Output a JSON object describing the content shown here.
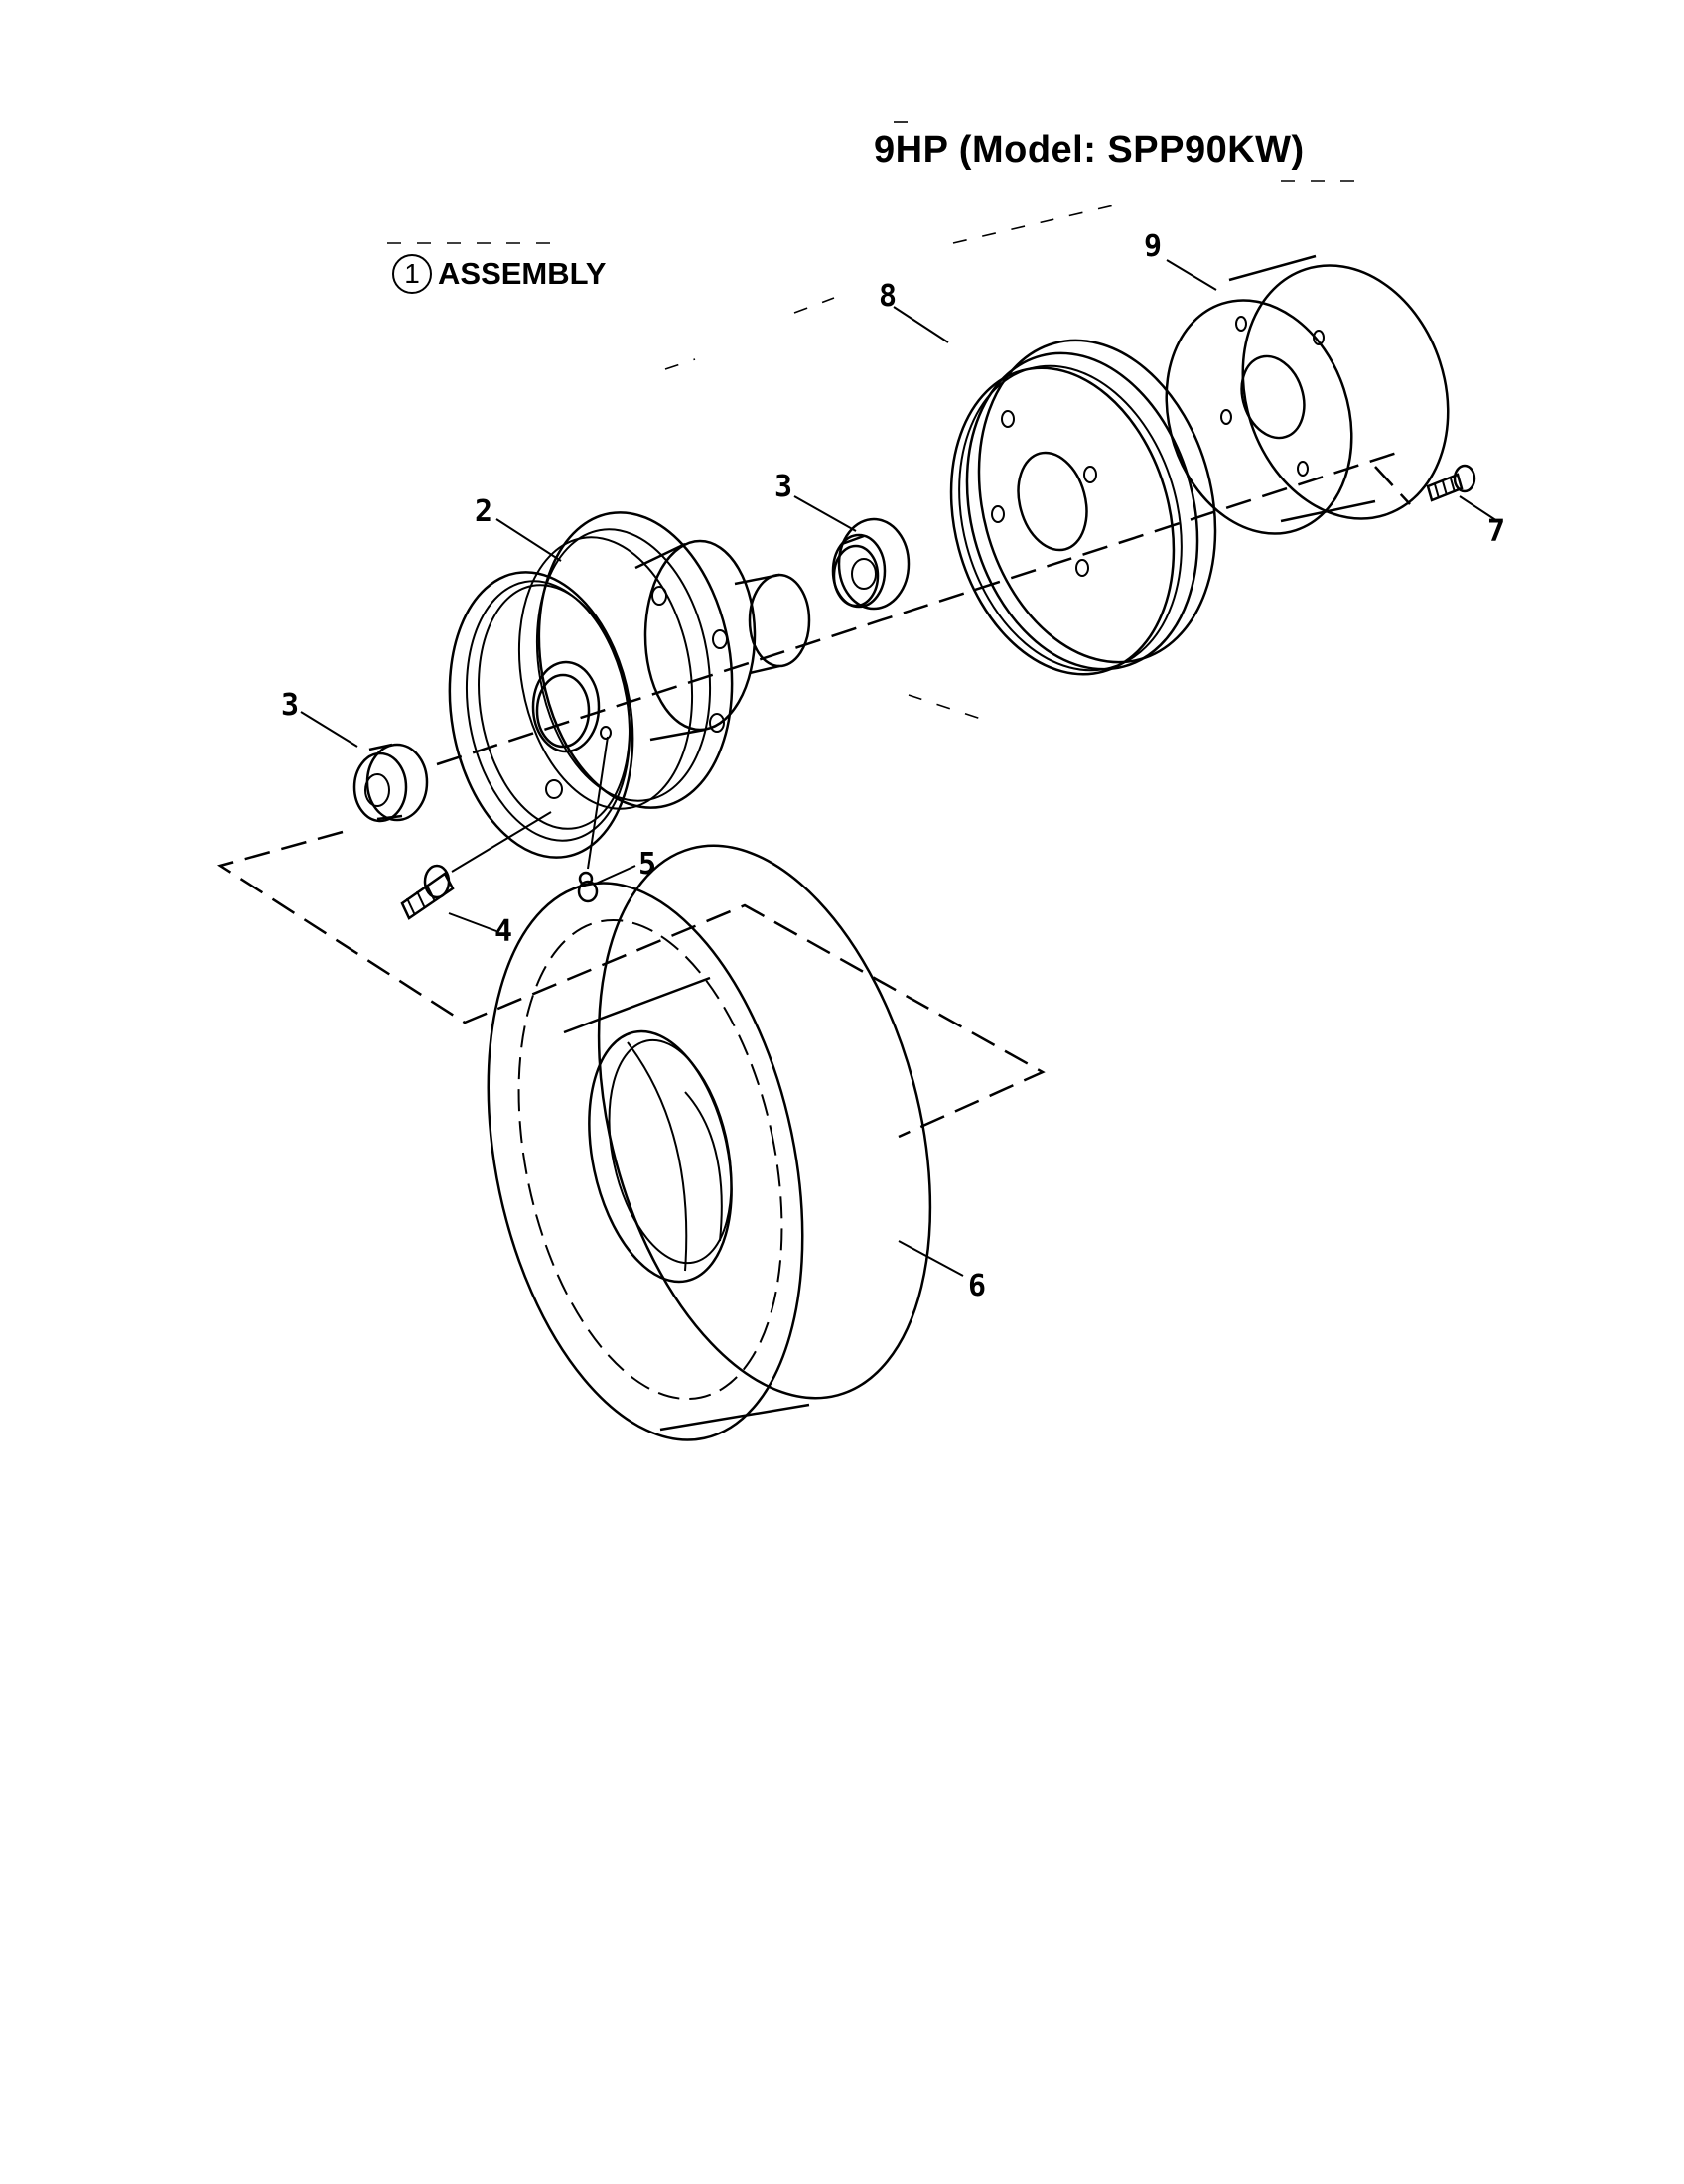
{
  "title": "9HP (Model: SPP90KW)",
  "assembly": {
    "number": "1",
    "label": "ASSEMBLY"
  },
  "callouts": {
    "wheel_rim": "2",
    "bearing_left": "3",
    "bearing_right": "3",
    "valve_stem": "4",
    "grease_fitting": "5",
    "tire": "6",
    "bolt": "7",
    "pulley": "8",
    "hub_drum": "9"
  }
}
